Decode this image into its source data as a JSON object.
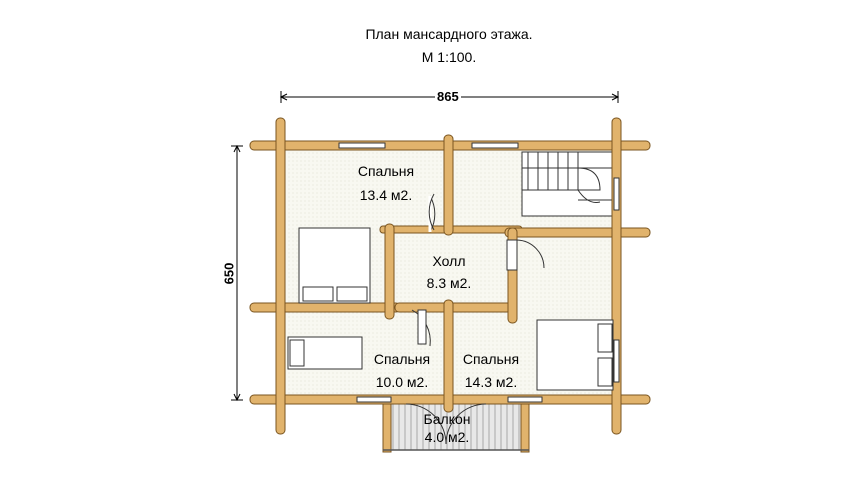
{
  "title": {
    "line1": "План мансардного этажа.",
    "line2": "М 1:100."
  },
  "dimensions": {
    "width": "865",
    "height": "650"
  },
  "rooms": [
    {
      "name": "Спальня",
      "area": "13.4 м2."
    },
    {
      "name": "Холл",
      "area": "8.3 м2."
    },
    {
      "name": "Спальня",
      "area": "10.0 м2."
    },
    {
      "name": "Спальня",
      "area": "14.3 м2."
    },
    {
      "name": "Балкон",
      "area": "4.0 м2."
    }
  ],
  "colors": {
    "log": "#e1b36c",
    "log_outline": "#7a5520",
    "floor": "#f8f8f1",
    "balcony": "#ececec",
    "dimension_line": "#000000"
  }
}
